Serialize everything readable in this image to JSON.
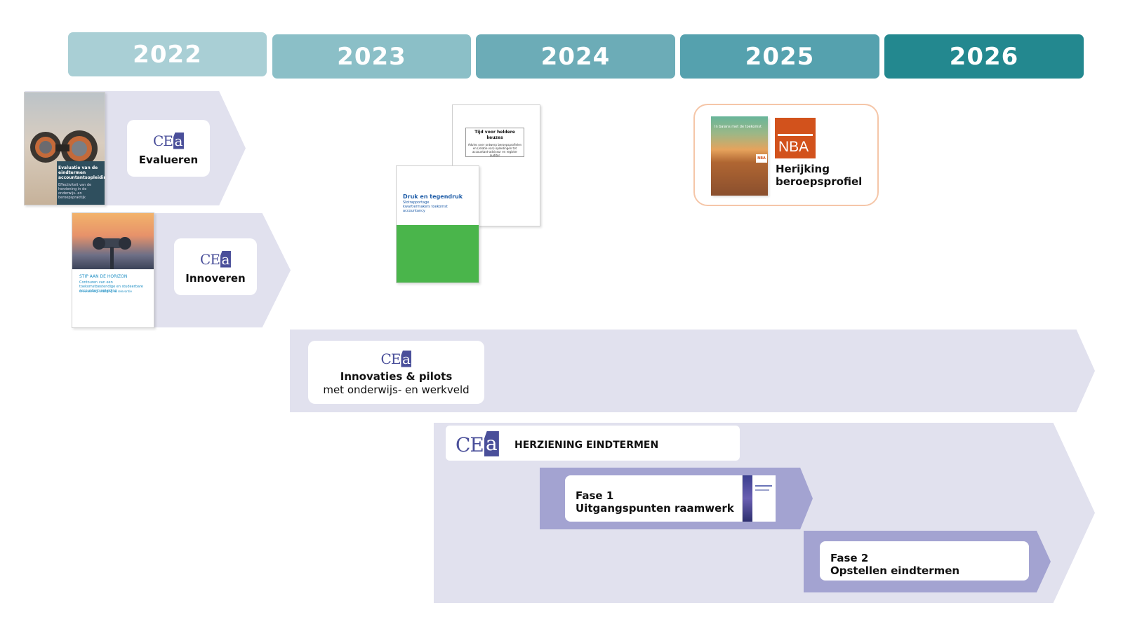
{
  "years": [
    "2022",
    "2023",
    "2024",
    "2025",
    "2026"
  ],
  "colors": {
    "years": [
      "#a9cfd5",
      "#8bbfc7",
      "#6cacb7",
      "#55a1ae",
      "#23888f"
    ],
    "arrow_fill": "#e1e1ee",
    "phase_fill": "#a3a3d1",
    "cea_blue": "#4a4f9a",
    "nba_orange": "#d2521c",
    "herijking_border": "#f5c6a8",
    "druk_green": "#4ab54b"
  },
  "cea_logo": {
    "ce": "CE",
    "a": "a"
  },
  "evalueren": {
    "label": "Evalueren",
    "cover": {
      "title": "Evaluatie van de eindtermen accountantsopleiding",
      "subtitle": "Effectiviteit van de herziening in de onderwijs- en beroepspraktijk"
    }
  },
  "innoveren": {
    "label": "Innoveren",
    "cover": {
      "heading": "STIP AAN DE HORIZON",
      "title": "Contouren van een toekomstbestendige en studeerbare accountantsopleiding",
      "subtitle": "Ontwikkeling, uitdaging en relevantie"
    }
  },
  "heldere_keuzes": {
    "title": "Tijd voor heldere keuzes",
    "subtitle": "Advies over ontwerp beroepsprofielen en (relatie van) opleidingen tot accountant-adviseur en register auditor"
  },
  "druk": {
    "title": "Druk en tegendruk",
    "subtitle": "Slotrapportage kwartiermakers toekomst accountancy"
  },
  "herijking": {
    "nba_logo": "NBA",
    "label_line1": "Herijking",
    "label_line2": "beroepsprofiel",
    "cover_title": "In balans met de toekomst",
    "cover_brand": "NBA"
  },
  "innovaties": {
    "title": "Innovaties & pilots",
    "subtitle": "met onderwijs- en werkveld"
  },
  "herziening": {
    "title": "HERZIENING EINDTERMEN"
  },
  "fase1": {
    "line1": "Fase 1",
    "line2": "Uitgangspunten raamwerk"
  },
  "fase2": {
    "line1": "Fase 2",
    "line2": "Opstellen eindtermen"
  }
}
